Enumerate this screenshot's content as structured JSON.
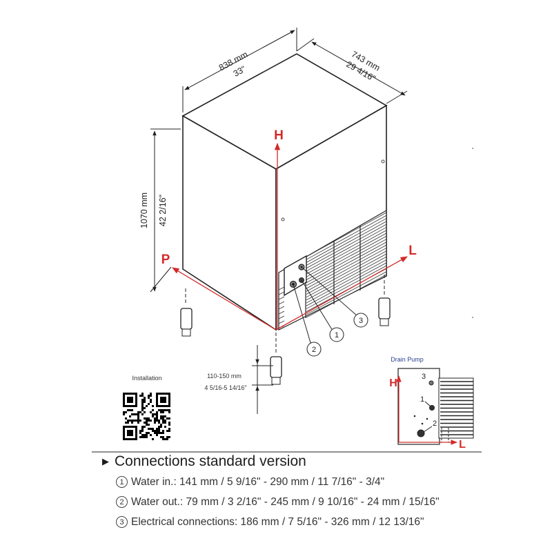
{
  "dimensions": {
    "width_mm": "838 mm",
    "width_in": "33\"",
    "depth_mm": "743 mm",
    "depth_in": "29 4/16\"",
    "height_mm": "1070 mm",
    "height_in": "42 2/16\"",
    "legs_mm": "110-150 mm",
    "legs_in": "4 5/16-5 14/16\""
  },
  "axis_labels": {
    "h": "H",
    "p": "P",
    "l": "L"
  },
  "callouts": [
    "1",
    "2",
    "3"
  ],
  "installation_label": "Installation",
  "drain_pump": {
    "label": "Drain Pump",
    "h": "H",
    "l": "L",
    "callouts": [
      "1",
      "2",
      "3"
    ]
  },
  "connections": {
    "title": "Connections standard version",
    "items": [
      {
        "num": "1",
        "text": "Water in.: 141 mm / 5 9/16\" - 290 mm / 11 7/16\" - 3/4\""
      },
      {
        "num": "2",
        "text": "Water out.: 79 mm / 3 2/16\" - 245 mm / 9 10/16\" - 24 mm / 15/16\""
      },
      {
        "num": "3",
        "text": "Electrical connections: 186 mm / 7 5/16\" - 326 mm / 12 13/16\""
      }
    ]
  },
  "colors": {
    "accent_red": "#d42a2a",
    "drain_blue": "#2b3f8f",
    "line": "#222222"
  }
}
